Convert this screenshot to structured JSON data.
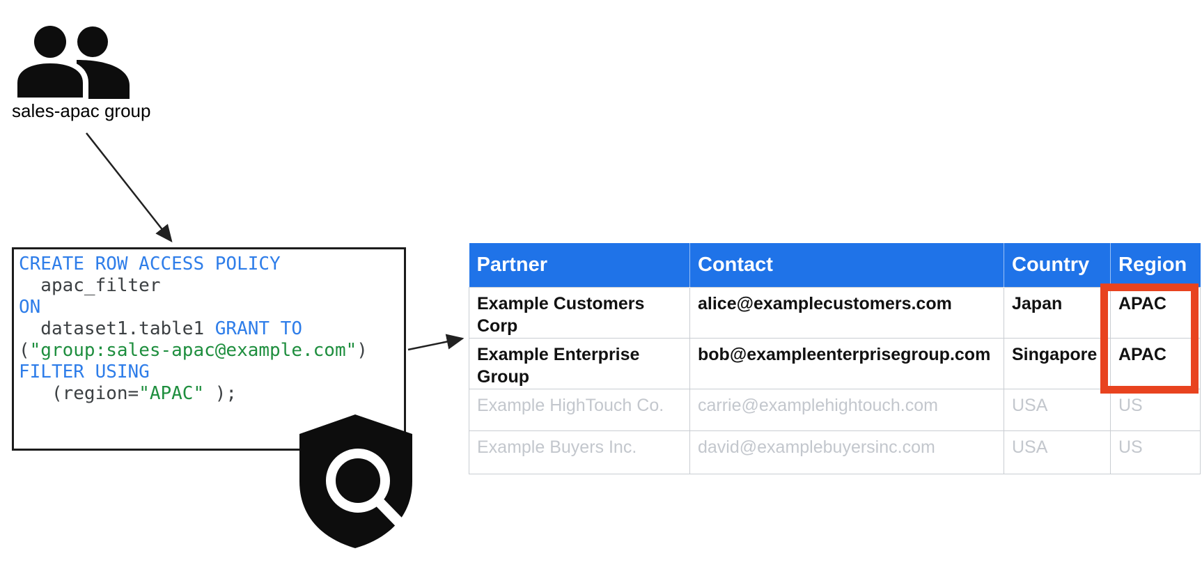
{
  "group": {
    "label": "sales-apac group"
  },
  "icons": {
    "group_icon": "two-people-group-icon",
    "shield_icon": "security-shield-magnifier-icon"
  },
  "code": {
    "l1": "CREATE ROW ACCESS POLICY",
    "l2": "  apac_filter",
    "l3": "ON",
    "l4a": "  dataset1.table1 ",
    "l4b": "GRANT TO",
    "l5a": "(",
    "l5b": "\"group:sales-apac@example.com\"",
    "l5c": ")",
    "l6": "FILTER USING",
    "l7a": "   (region=",
    "l7b": "\"APAC\"",
    "l7c": " );"
  },
  "table": {
    "headers": [
      "Partner",
      "Contact",
      "Country",
      "Region"
    ],
    "rows": [
      {
        "partner": "Example Customers Corp",
        "contact": "alice@examplecustomers.com",
        "country": "Japan",
        "region": "APAC"
      },
      {
        "partner": "Example Enterprise Group",
        "contact": "bob@exampleenterprisegroup.com",
        "country": "Singapore",
        "region": "APAC"
      },
      {
        "partner": "Example HighTouch Co.",
        "contact": "carrie@examplehightouch.com",
        "country": "USA",
        "region": "US"
      },
      {
        "partner": "Example Buyers Inc.",
        "contact": "david@examplebuyersinc.com",
        "country": "USA",
        "region": "US"
      }
    ]
  },
  "colors": {
    "keyword": "#2e7de9",
    "string": "#1e8e3e",
    "plain": "#3c4043",
    "header-bg": "#1f73e8",
    "header-text": "#ffffff",
    "highlight": "#e8431f",
    "granted-text": "#111111",
    "restricted-text": "#c3c7cd",
    "table-border": "#c9cdd2",
    "icon-black": "#0d0d0d"
  }
}
